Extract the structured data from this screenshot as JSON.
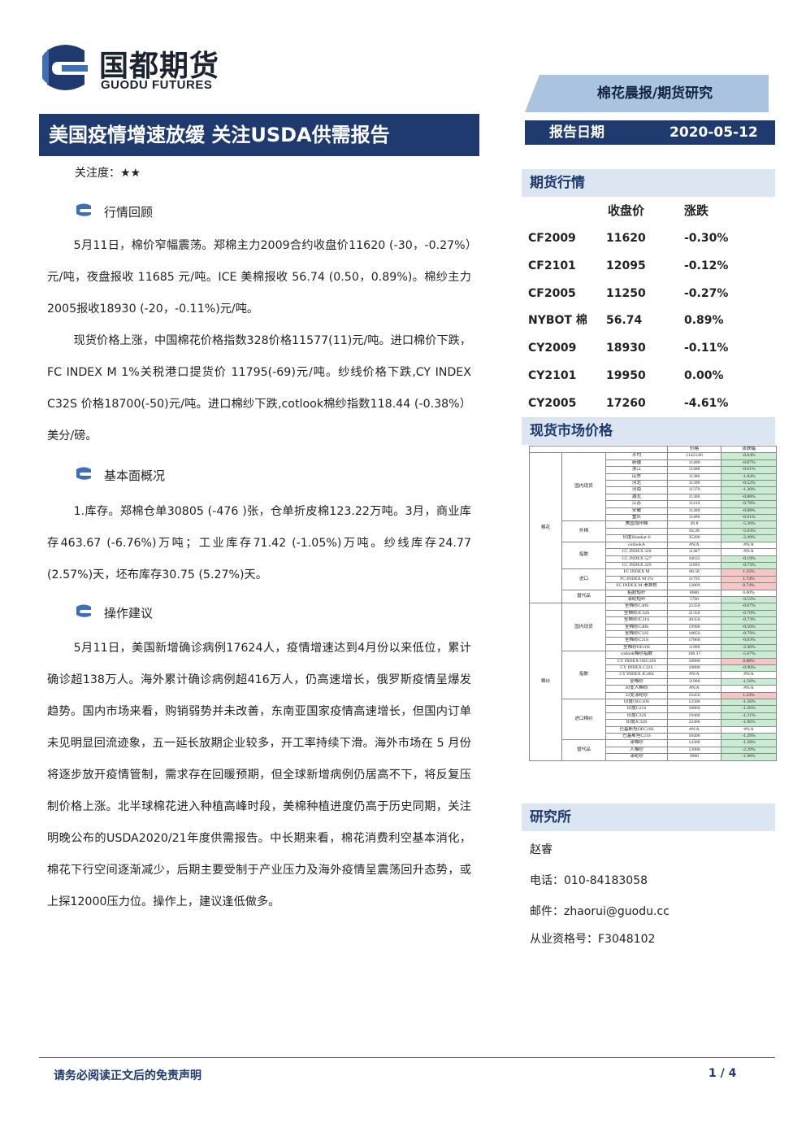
{
  "header": {
    "logo_cn": "国都期货",
    "logo_en": "GUODU FUTURES",
    "banner": "棉花晨报/期货研究",
    "title": "美国疫情增速放缓 关注USDA供需报告",
    "date_label": "报告日期",
    "date_value": "2020-05-12"
  },
  "attention": "关注度：★★",
  "sections": [
    {
      "title": "行情回顾",
      "paragraphs": [
        "5月11日，棉价窄幅震荡。郑棉主力2009合约收盘价11620 (-30，-0.27%）元/吨，夜盘报收 11685 元/吨。ICE 美棉报收 56.74 (0.50，0.89%)。棉纱主力2005报收18930 (-20，-0.11%)元/吨。",
        "现货价格上涨，中国棉花价格指数328价格11577(11)元/吨。进口棉价下跌，FC INDEX M 1%关税港口提货价 11795(-69)元/吨。纱线价格下跌,CY INDEX C32S 价格18700(-50)元/吨。进口棉纱下跌,cotlook棉纱指数118.44 (-0.38%）美分/磅。"
      ]
    },
    {
      "title": "基本面概况",
      "paragraphs": [
        "1.库存。郑棉仓单30805 (-476 )张，仓单折皮棉123.22万吨。3月，商业库存463.67 (-6.76%)万吨；工业库存71.42 (-1.05%)万吨。纱线库存24.77 (2.57%)天，坯布库存30.75 (5.27%)天。"
      ]
    },
    {
      "title": "操作建议",
      "paragraphs": [
        "5月11日，美国新增确诊病例17624人，疫情增速达到4月份以来低位，累计确诊超138万人。海外累计确诊病例超416万人，仍高速增长，俄罗斯疫情呈爆发趋势。国内市场来看，购销弱势并未改善，东南亚国家疫情高速增长，但国内订单未见明显回流迹象，五一延长放期企业较多，开工率持续下滑。海外市场在 5 月份将逐步放开疫情管制，需求存在回暖预期，但全球新增病例仍居高不下，将反复压制价格上涨。北半球棉花进入种植高峰时段，美棉种植进度仍高于历史同期，关注明晚公布的USDA2020/21年度供需报告。中长期来看，棉花消费利空基本消化，棉花下行空间逐渐减少，后期主要受制于产业压力及海外疫情呈震荡回升态势，或上探12000压力位。操作上，建议逢低做多。"
      ]
    }
  ],
  "futures": {
    "title": "期货行情",
    "col_close": "收盘价",
    "col_change": "涨跌",
    "rows": [
      {
        "name": "CF2009",
        "close": "11620",
        "change": "-0.30%"
      },
      {
        "name": "CF2101",
        "close": "12095",
        "change": "-0.12%"
      },
      {
        "name": "CF2005",
        "close": "11250",
        "change": "-0.27%"
      },
      {
        "name": "NYBOT 棉",
        "close": "56.74",
        "change": "0.89%"
      },
      {
        "name": "CY2009",
        "close": "18930",
        "change": "-0.11%"
      },
      {
        "name": "CY2101",
        "close": "19950",
        "change": "0.00%"
      },
      {
        "name": "CY2005",
        "close": "17260",
        "change": "-4.61%"
      }
    ]
  },
  "spot": {
    "title": "现货市场价格",
    "col_price": "价格",
    "col_change": "涨跌幅",
    "groups": [
      {
        "name": "棉花",
        "subgroups": [
          {
            "name": "国内现货",
            "items": [
              {
                "name": "平均",
                "price": "11423.86",
                "change": "-0.64%",
                "sign": "neg"
              },
              {
                "name": "新疆",
                "price": "11400",
                "change": "-0.87%",
                "sign": "neg"
              },
              {
                "name": "浙江",
                "price": "11480",
                "change": "-0.61%",
                "sign": "neg"
              },
              {
                "name": "山东",
                "price": "11380",
                "change": "-1.04%",
                "sign": "neg"
              },
              {
                "name": "河北",
                "price": "11390",
                "change": "-0.52%",
                "sign": "neg"
              },
              {
                "name": "河南",
                "price": "11370",
                "change": "-1.30%",
                "sign": "neg"
              },
              {
                "name": "湖北",
                "price": "11300",
                "change": "-0.88%",
                "sign": "neg"
              },
              {
                "name": "江苏",
                "price": "11410",
                "change": "-0.78%",
                "sign": "neg"
              },
              {
                "name": "安徽",
                "price": "11300",
                "change": "-0.88%",
                "sign": "neg"
              },
              {
                "name": "重庆",
                "price": "11480",
                "change": "-0.61%",
                "sign": "neg"
              }
            ]
          },
          {
            "name": "外棉",
            "items": [
              {
                "name": "美国加州棉",
                "price": "49.8",
                "change": "-5.36%",
                "sign": "neg"
              },
              {
                "name": "",
                "price": "63.28",
                "change": "-5.03%",
                "sign": "neg"
              },
              {
                "name": "印度Shankar-6",
                "price": "35200",
                "change": "-2.49%",
                "sign": "neg"
              }
            ]
          },
          {
            "name": "指数",
            "items": [
              {
                "name": "cotlookA",
                "price": "#N/A",
                "change": "#N/A",
                "sign": "zero"
              },
              {
                "name": "CC INDEX 328",
                "price": "11387",
                "change": "#N/A",
                "sign": "zero"
              },
              {
                "name": "CC INDEX 527",
                "price": "10635",
                "change": "-0.19%",
                "sign": "neg"
              },
              {
                "name": "CC INDEX 229",
                "price": "11695",
                "change": "-0.73%",
                "sign": "neg"
              }
            ]
          },
          {
            "name": "进口",
            "items": [
              {
                "name": "FC INDEX M",
                "price": "68.58",
                "change": "1.15%",
                "sign": "pos"
              },
              {
                "name": "FC INDEX M 1%",
                "price": "11795",
                "change": "1.74%",
                "sign": "pos"
              },
              {
                "name": "FC INDEX M 滑准税",
                "price": "13009",
                "change": "0.74%",
                "sign": "pos"
              }
            ]
          },
          {
            "name": "替代品",
            "items": [
              {
                "name": "粘胶短纤",
                "price": "8600",
                "change": "0.00%",
                "sign": "zero"
              },
              {
                "name": "涤纶短纤",
                "price": "5700",
                "change": "-9.52%",
                "sign": "neg"
              }
            ]
          }
        ]
      },
      {
        "name": "棉纱",
        "subgroups": [
          {
            "name": "国内现货",
            "items": [
              {
                "name": "全棉纱C40S",
                "price": "22350",
                "change": "-0.67%",
                "sign": "neg"
              },
              {
                "name": "全棉纱JC32S",
                "price": "21350",
                "change": "-0.70%",
                "sign": "neg"
              },
              {
                "name": "全棉纱JC21S",
                "price": "20350",
                "change": "-0.73%",
                "sign": "neg"
              },
              {
                "name": "全棉纱C40S",
                "price": "19900",
                "change": "-0.50%",
                "sign": "neg"
              },
              {
                "name": "全棉纱C32S",
                "price": "18850",
                "change": "-0.79%",
                "sign": "neg"
              },
              {
                "name": "全棉纱C21S",
                "price": "17860",
                "change": "-0.83%",
                "sign": "neg"
              },
              {
                "name": "全棉纱OE10S",
                "price": "11900",
                "change": "-2.46%",
                "sign": "neg"
              }
            ]
          },
          {
            "name": "指数",
            "items": [
              {
                "name": "cotlook棉纱指数",
                "price": "108.37",
                "change": "-5.67%",
                "sign": "neg"
              },
              {
                "name": "CY INDEX OEC10S",
                "price": "18800",
                "change": "0.08%",
                "sign": "pos"
              },
              {
                "name": "CY INDEX C32S",
                "price": "18800",
                "change": "-0.90%",
                "sign": "neg"
              },
              {
                "name": "CY INDEX JC40S",
                "price": "#N/A",
                "change": "#N/A",
                "sign": "zero"
              },
              {
                "name": "全棉纱",
                "price": "11900",
                "change": "-1.56%",
                "sign": "neg"
              },
              {
                "name": "30支人棉纱",
                "price": "#N/A",
                "change": "#N/A",
                "sign": "zero"
              },
              {
                "name": "32支涤纶纱",
                "price": "16450",
                "change": "1.23%",
                "sign": "pos"
              }
            ]
          },
          {
            "name": "进口棉纱",
            "items": [
              {
                "name": "印度OEC10S",
                "price": "12500",
                "change": "-1.56%",
                "sign": "neg"
              },
              {
                "name": "印度C21S",
                "price": "18860",
                "change": "-1.26%",
                "sign": "neg"
              },
              {
                "name": "印度C32S",
                "price": "19460",
                "change": "-1.21%",
                "sign": "neg"
              },
              {
                "name": "印度JC32S",
                "price": "22400",
                "change": "-1.06%",
                "sign": "neg"
              },
              {
                "name": "巴基斯坦OEC10S",
                "price": "#N/A",
                "change": "#N/A",
                "sign": "zero"
              },
              {
                "name": "巴基斯坦C21S",
                "price": "18400",
                "change": "-1.29%",
                "sign": "neg"
              }
            ]
          },
          {
            "name": "替代品",
            "items": [
              {
                "name": "涤棉纱",
                "price": "14300",
                "change": "-1.38%",
                "sign": "neg"
              },
              {
                "name": "人棉纱",
                "price": "12800",
                "change": "-2.29%",
                "sign": "neg"
              },
              {
                "name": "涤纶纱",
                "price": "9900",
                "change": "-1.98%",
                "sign": "neg"
              }
            ]
          }
        ]
      }
    ]
  },
  "research": {
    "title": "研究所",
    "name": "赵睿",
    "phone": "电话：010-84183058",
    "email": "邮件：zhaorui@guodu.cc",
    "license": "从业资格号：F3048102"
  },
  "footer": {
    "disclaimer": "请务必阅读正文后的免责声明",
    "page": "1 / 4"
  },
  "colors": {
    "navy": "#1f3a6e",
    "banner_blue": "#a9c3e0",
    "section_bg": "#dbe6f2",
    "pos_fill": "#f4c7c6",
    "neg_fill": "#c9ecd2"
  }
}
